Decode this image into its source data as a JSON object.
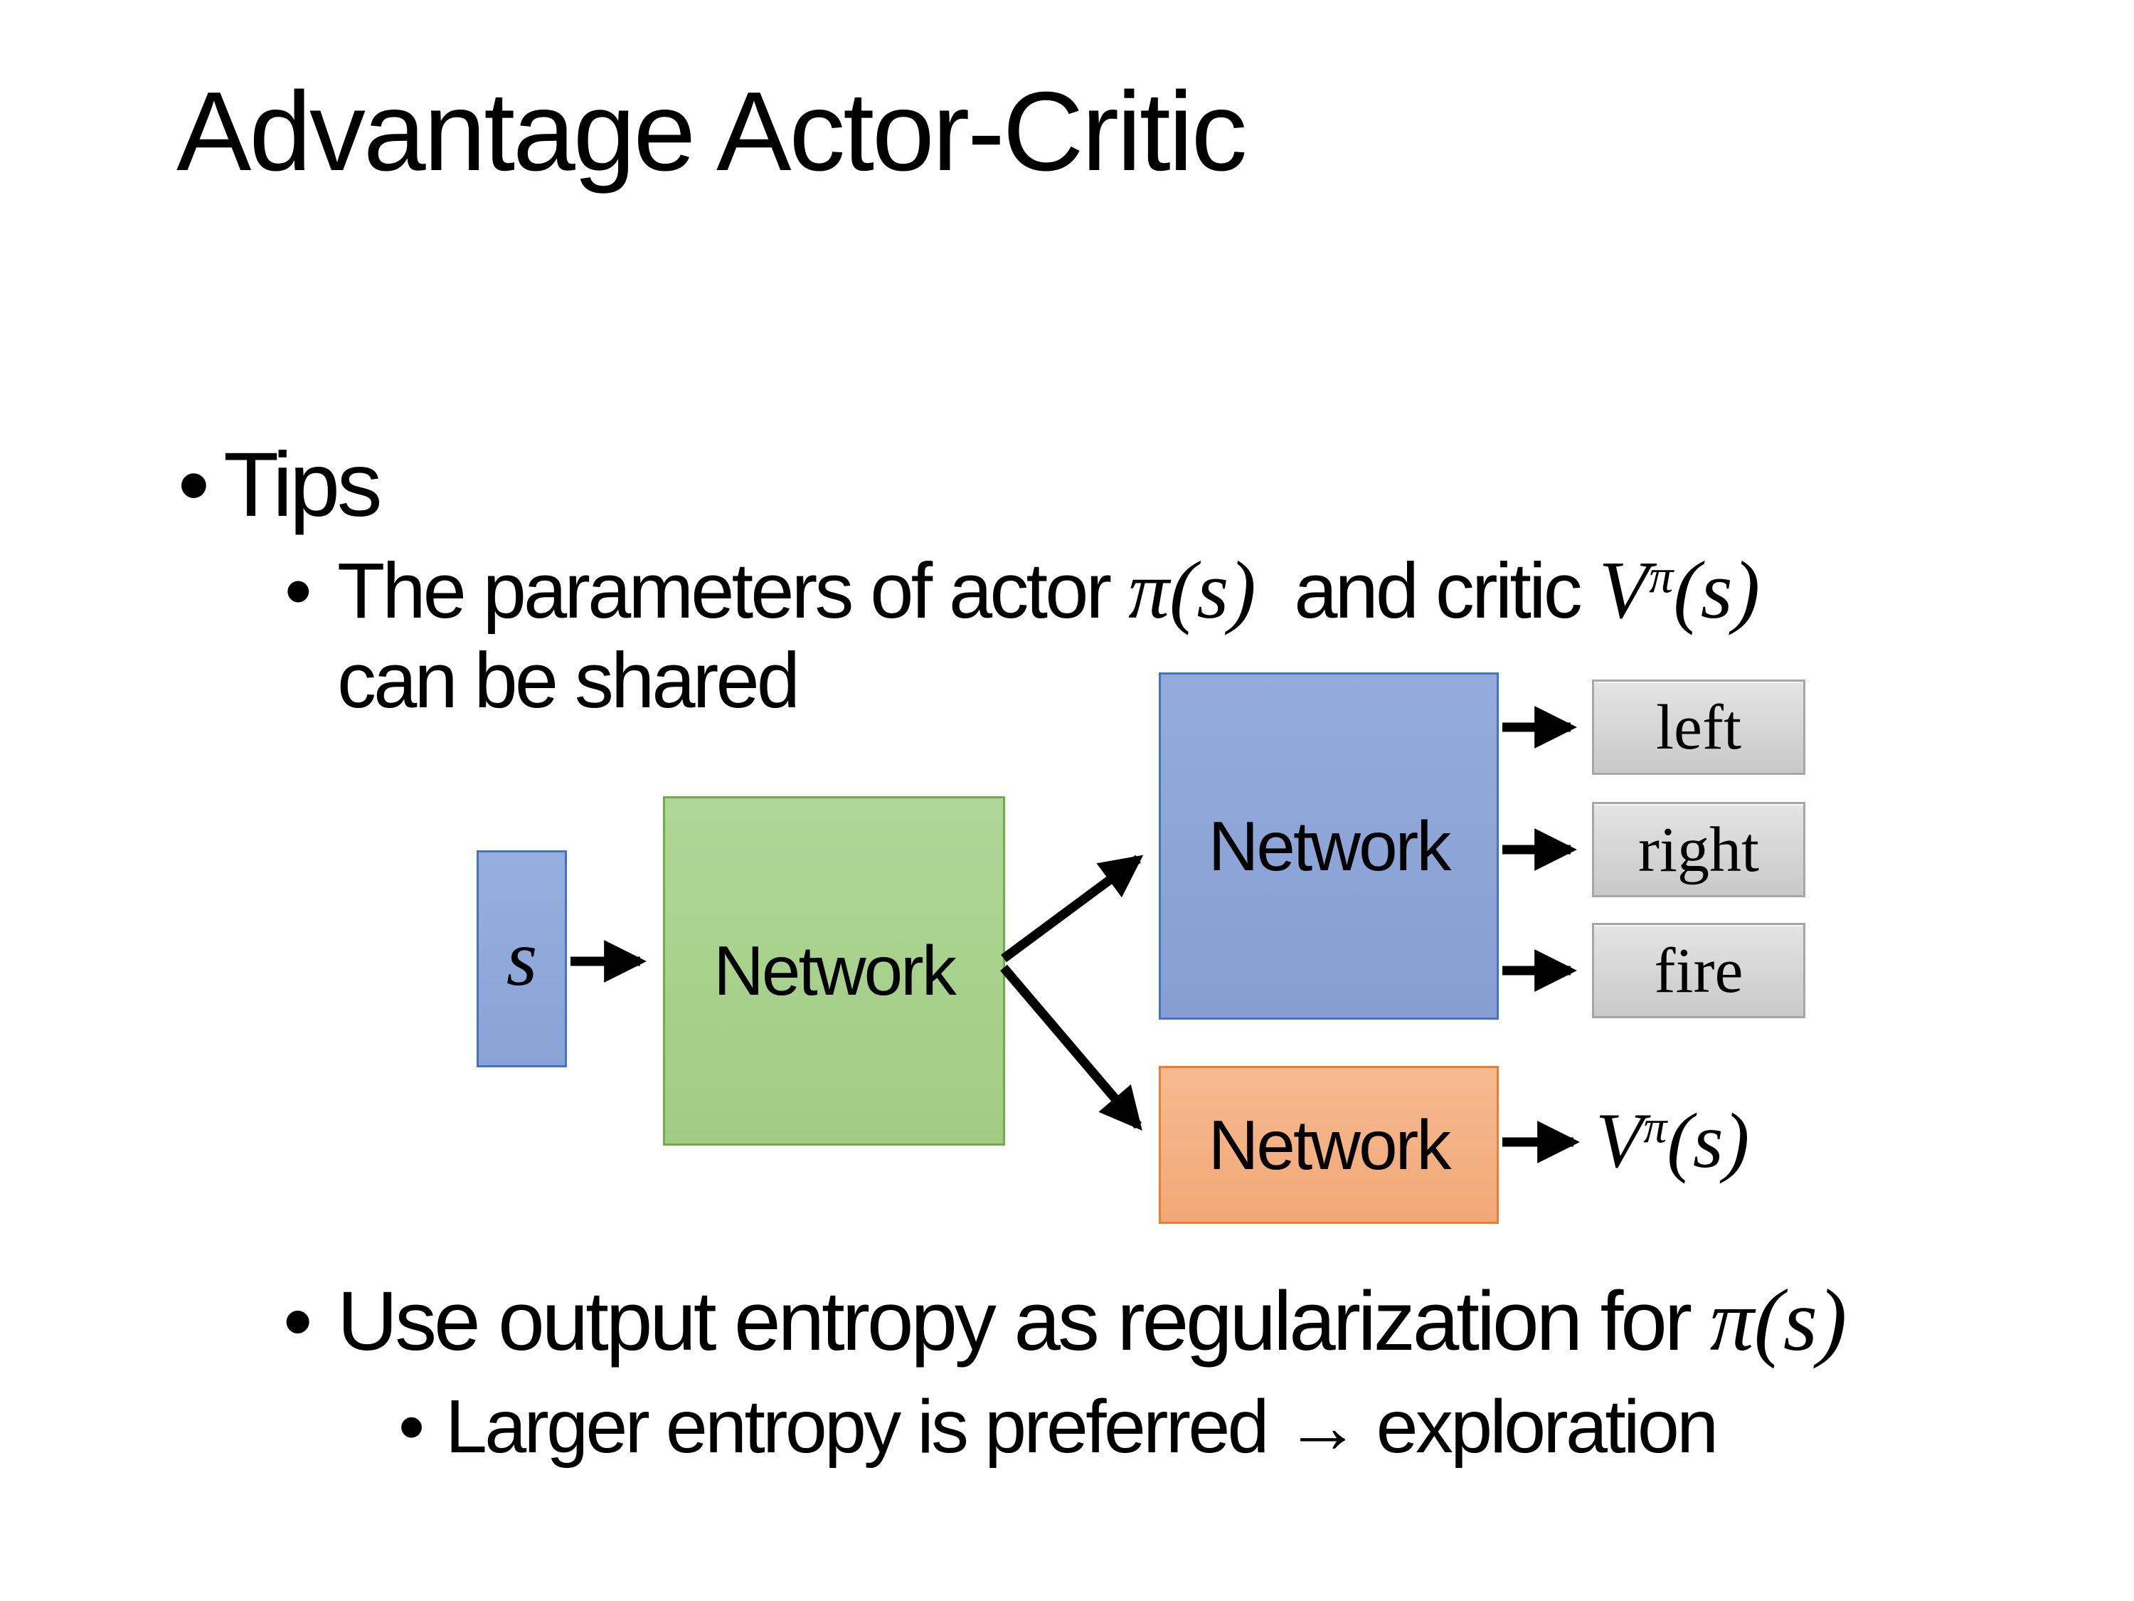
{
  "title": "Advantage Actor-Critic",
  "bullet_char": "•",
  "bullets": {
    "level1": "Tips",
    "level2a": {
      "text1": "The parameters of actor ",
      "math1": "π(s)",
      "text2": "  and critic ",
      "v_base": "V",
      "v_sup": "π",
      "v_args": "(s)",
      "line2": "can be shared"
    },
    "level2b": {
      "text": "Use output entropy as regularization for ",
      "math": "π(s)"
    },
    "level3": {
      "text": "Larger entropy is preferred → exploration"
    }
  },
  "diagram": {
    "input_label": "s",
    "shared_network": "Network",
    "actor_network": "Network",
    "critic_network": "Network",
    "actions": [
      "left",
      "right",
      "fire"
    ],
    "critic_output": {
      "base": "V",
      "sup": "π",
      "args": "(s)"
    },
    "colors": {
      "input_fill": "#8fa8dc",
      "input_border": "#4472c4",
      "shared_fill": "#a9d18e",
      "shared_border": "#70ad47",
      "actor_fill": "#8fa8d8",
      "actor_border": "#4472c4",
      "critic_fill": "#f4b183",
      "critic_border": "#ed7d31",
      "action_fill": "#d2d2d2",
      "action_border": "#a6a6a6",
      "arrow": "#000000",
      "text": "#000000",
      "background": "#ffffff"
    }
  }
}
